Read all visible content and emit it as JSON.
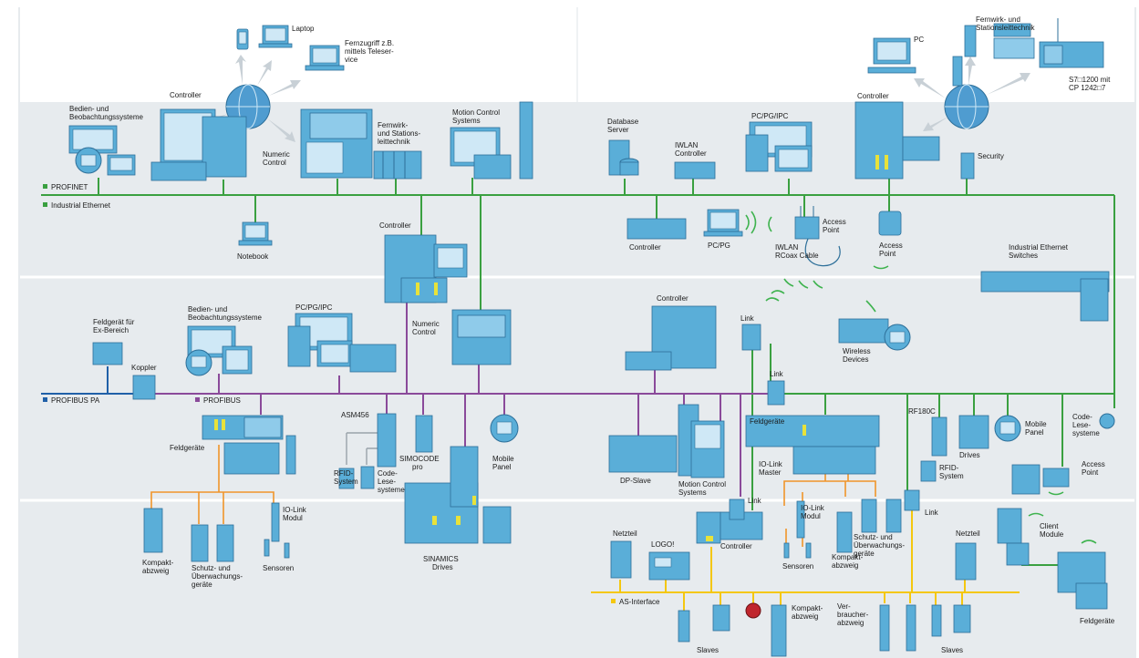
{
  "colors": {
    "background": "#e7ebee",
    "top_band": "#ffffff",
    "industrial_ethernet": "#3aa040",
    "profibus": "#8a4a9a",
    "profibus_pa": "#2060a8",
    "io_link": "#f0952a",
    "as_interface": "#f4c70f",
    "device_blue": "#5aaed8"
  },
  "legend": {
    "profinet": "PROFINET",
    "industrial_ethernet": "Industrial Ethernet",
    "profibus_pa": "PROFIBUS PA",
    "profibus": "PROFIBUS",
    "as_interface": "AS-Interface"
  },
  "labels": {
    "laptop": "Laptop",
    "fernzugriff": [
      "Fernzugriff z.B.",
      "mittels Teleser-",
      "vice"
    ],
    "controller_top_left": "Controller",
    "bedien_top": [
      "Bedien- und",
      "Beobachtungssysteme"
    ],
    "numeric_control_top": [
      "Numeric",
      "Control"
    ],
    "fernwirk_left": [
      "Fernwirk-",
      "und Stations-",
      "leittechnik"
    ],
    "motion_control_top": [
      "Motion Control",
      "Systems"
    ],
    "database_server": [
      "Database",
      "Server"
    ],
    "iwlan_controller": [
      "IWLAN",
      "Controller"
    ],
    "pc_pg_ipc_top": "PC/PG/IPC",
    "controller_top_right": "Controller",
    "pc": "PC",
    "fernwirk_right": [
      "Fernwirk- und",
      "Stationsleittechnik"
    ],
    "s7_1200": [
      "S7□1200 mit",
      "CP 1242□7"
    ],
    "security": "Security",
    "notebook": "Notebook",
    "controller_mid": "Controller",
    "controller_eth": "Controller",
    "pc_pg": "PC/PG",
    "access_point_a": [
      "Access",
      "Point"
    ],
    "iwlan_cable": [
      "IWLAN",
      "RCoax Cable"
    ],
    "access_point_b": [
      "Access",
      "Point"
    ],
    "ie_switches": [
      "Industrial Ethernet",
      "Switches"
    ],
    "feldgeraet_ex": [
      "Feldgerät für",
      "Ex-Bereich"
    ],
    "koppler": "Koppler",
    "bedien_mid": [
      "Bedien- und",
      "Beobachtungssysteme"
    ],
    "pc_pg_ipc_mid": "PC/PG/IPC",
    "numeric_control_mid": [
      "Numeric",
      "Control"
    ],
    "controller_right_mid": "Controller",
    "link_a": "Link",
    "wireless_devices": [
      "Wireless",
      "Devices"
    ],
    "link_b": "Link",
    "asm456": "ASM456",
    "feldgeraete_left": "Feldgeräte",
    "rfid_left": [
      "RFID-",
      "System"
    ],
    "code_lese_left": [
      "Code-",
      "Lese-",
      "systeme"
    ],
    "simocode": [
      "SIMOCODE",
      "pro"
    ],
    "mobile_panel_left": [
      "Mobile",
      "Panel"
    ],
    "dp_slave": "DP-Slave",
    "motion_control_mid": [
      "Motion Control",
      "Systems"
    ],
    "feldgeraete_mid": "Feldgeräte",
    "io_link_master": [
      "IO-Link",
      "Master"
    ],
    "rf180c": "RF180C",
    "rfid_right": [
      "RFID-",
      "System"
    ],
    "drives": "Drives",
    "mobile_panel_right": [
      "Mobile",
      "Panel"
    ],
    "code_lese_right": [
      "Code-",
      "Lese-",
      "systeme"
    ],
    "access_point_c": [
      "Access",
      "Point"
    ],
    "kompakt_left": [
      "Kompakt-",
      "abzweig"
    ],
    "schutz_left": [
      "Schutz- und",
      "Überwachungs-",
      "geräte"
    ],
    "io_link_modul_left": [
      "IO-Link",
      "Modul"
    ],
    "sensoren_left": "Sensoren",
    "sinamics": [
      "SINAMICS",
      "Drives"
    ],
    "netzteil_left": "Netzteil",
    "logo": "LOGO!",
    "controller_low": "Controller",
    "link_c": "Link",
    "io_link_modul_right": [
      "IO-Link",
      "Modul"
    ],
    "sensoren_right": "Sensoren",
    "kompakt_right": [
      "Kompakt-",
      "abzweig"
    ],
    "schutz_right": [
      "Schutz- und",
      "Überwachungs-",
      "geräte"
    ],
    "link_d": "Link",
    "netzteil_right": "Netzteil",
    "client_module": [
      "Client",
      "Module"
    ],
    "feldgeraete_right": "Feldgeräte",
    "slaves_a": "Slaves",
    "kompakt_asi": [
      "Kompakt-",
      "abzweig"
    ],
    "verbraucher": [
      "Ver-",
      "braucher-",
      "abzweig"
    ],
    "slaves_b": "Slaves"
  }
}
